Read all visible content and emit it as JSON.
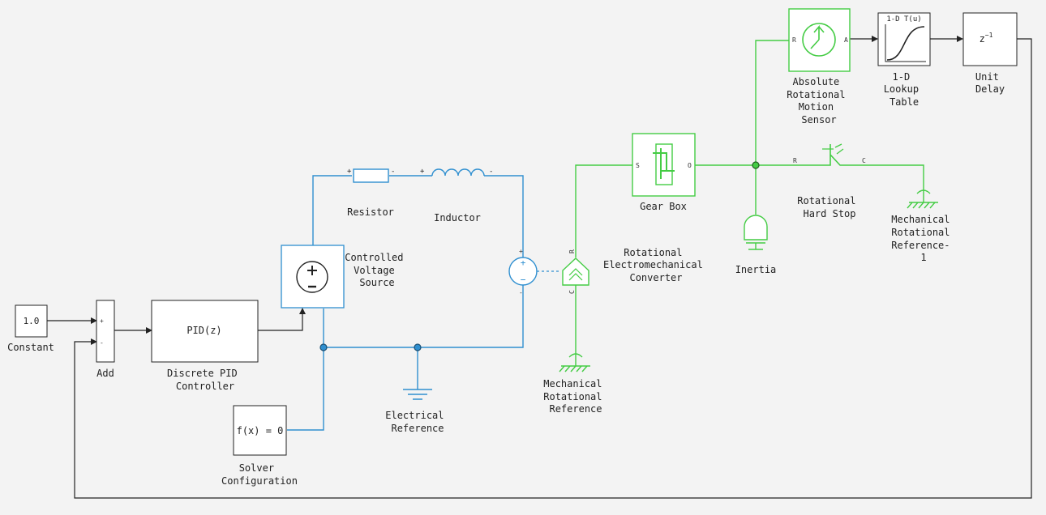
{
  "colors": {
    "electrical": "#2f8fd0",
    "mechanical": "#44cc44",
    "signal": "#222222",
    "background": "#f3f3f3"
  },
  "blocks": {
    "constant": {
      "value": "1.0",
      "label": [
        "Constant"
      ]
    },
    "add": {
      "label": [
        "Add"
      ],
      "port_plus": "+",
      "port_minus": "-"
    },
    "pid": {
      "text": "PID(z)",
      "label": [
        "Discrete PID",
        "Controller"
      ]
    },
    "solver": {
      "text": "f(x) = 0",
      "label": [
        "Solver",
        "Configuration"
      ]
    },
    "cvs": {
      "label": [
        "Controlled",
        "Voltage",
        "Source"
      ]
    },
    "resistor": {
      "label": [
        "Resistor"
      ]
    },
    "inductor": {
      "label": [
        "Inductor"
      ]
    },
    "elec_ref": {
      "label": [
        "Electrical",
        "Reference"
      ]
    },
    "rem_conv": {
      "label": [
        "Rotational",
        "Electromechanical",
        "Converter"
      ],
      "port_r": "R",
      "port_c": "C"
    },
    "mech_ref": {
      "label": [
        "Mechanical",
        "Rotational",
        "Reference"
      ]
    },
    "gearbox": {
      "label": [
        "Gear Box"
      ],
      "port_s": "S",
      "port_o": "O"
    },
    "inertia": {
      "label": [
        "Inertia"
      ]
    },
    "hardstop": {
      "label": [
        "Rotational",
        "Hard Stop"
      ],
      "port_r": "R",
      "port_c": "C"
    },
    "mech_ref1": {
      "label": [
        "Mechanical",
        "Rotational",
        "Reference-",
        "1"
      ]
    },
    "sensor": {
      "label": [
        "Absolute",
        "Rotational",
        "Motion",
        "Sensor"
      ],
      "port_r": "R",
      "port_a": "A"
    },
    "lookup": {
      "text": "1-D T(u)",
      "label": [
        "1-D",
        "Lookup",
        "Table"
      ]
    },
    "delay": {
      "text": "z",
      "exp": "−1",
      "label": [
        "Unit",
        "Delay"
      ]
    }
  }
}
